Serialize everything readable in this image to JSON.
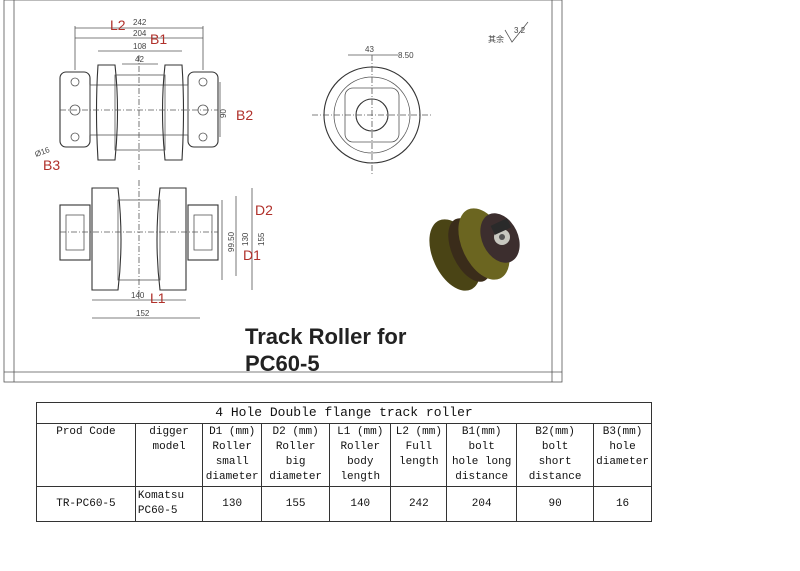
{
  "drawing": {
    "labels": {
      "l2": "L2",
      "b1": "B1",
      "b2": "B2",
      "b3": "B3",
      "d2": "D2",
      "d1": "D1",
      "l1": "L1"
    },
    "dims": {
      "d242": "242",
      "d204": "204",
      "d108": "108",
      "d42": "42",
      "d90": "90",
      "d16": "Ø16",
      "d43": "43",
      "d850": "8.50",
      "d9950": "99.50",
      "d130": "130",
      "d155": "155",
      "d140": "140",
      "d152": "152"
    },
    "roughness_note": "其余",
    "roughness_value": "3.2"
  },
  "heading": {
    "line1": "Track Roller for",
    "line2": "PC60-5"
  },
  "table": {
    "title": "4 Hole Double flange track roller",
    "headers": [
      [
        "Prod Code"
      ],
      [
        "digger",
        "model"
      ],
      [
        "D1 (mm)",
        "Roller",
        "small",
        "diameter"
      ],
      [
        "D2 (mm)",
        "Roller big",
        "diameter"
      ],
      [
        "L1 (mm)",
        "Roller",
        "body",
        "length"
      ],
      [
        "L2 (mm)",
        "Full",
        "length"
      ],
      [
        "B1(mm)",
        "bolt",
        "hole long",
        "distance"
      ],
      [
        "B2(mm)",
        "bolt",
        "short",
        "distance"
      ],
      [
        "B3(mm)",
        "hole",
        "diameter"
      ]
    ],
    "row": [
      "TR-PC60-5",
      "Komatsu PC60-5",
      "130",
      "155",
      "140",
      "242",
      "204",
      "90",
      "16"
    ]
  }
}
